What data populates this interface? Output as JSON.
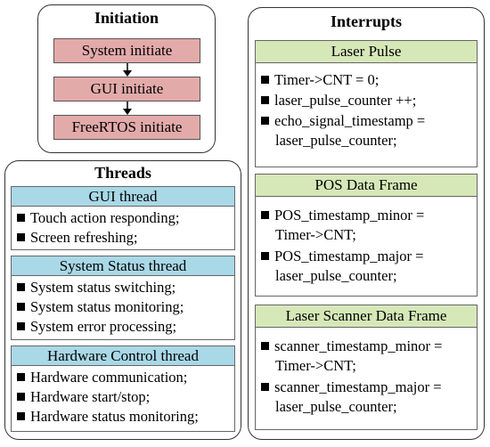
{
  "colors": {
    "init_box": "#e3aaaa",
    "thread_header": "#a9d8e6",
    "interrupt_header": "#d6e8b8",
    "border": "#333333"
  },
  "initiation": {
    "title": "Initiation",
    "steps": [
      "System initiate",
      "GUI initiate",
      "FreeRTOS initiate"
    ]
  },
  "threads": {
    "title": "Threads",
    "items": [
      {
        "name": "GUI thread",
        "lines": [
          "Touch action responding;",
          "Screen refreshing;"
        ]
      },
      {
        "name": "System Status thread",
        "lines": [
          "System status switching;",
          "System status monitoring;",
          "System error processing;"
        ]
      },
      {
        "name": "Hardware Control thread",
        "lines": [
          "Hardware communication;",
          "Hardware start/stop;",
          "Hardware status monitoring;"
        ]
      }
    ]
  },
  "interrupts": {
    "title": "Interrupts",
    "items": [
      {
        "name": "Laser Pulse",
        "lines": [
          [
            "Timer->CNT = 0;"
          ],
          [
            "laser_pulse_counter ++;"
          ],
          [
            "echo_signal_timestamp =",
            "laser_pulse_counter;"
          ]
        ]
      },
      {
        "name": "POS Data Frame",
        "lines": [
          [
            "POS_timestamp_minor =",
            "Timer->CNT;"
          ],
          [
            "POS_timestamp_major =",
            "laser_pulse_counter;"
          ]
        ]
      },
      {
        "name": "Laser Scanner Data Frame",
        "lines": [
          [
            "scanner_timestamp_minor =",
            "Timer->CNT;"
          ],
          [
            "scanner_timestamp_major =",
            "laser_pulse_counter;"
          ]
        ]
      }
    ]
  }
}
